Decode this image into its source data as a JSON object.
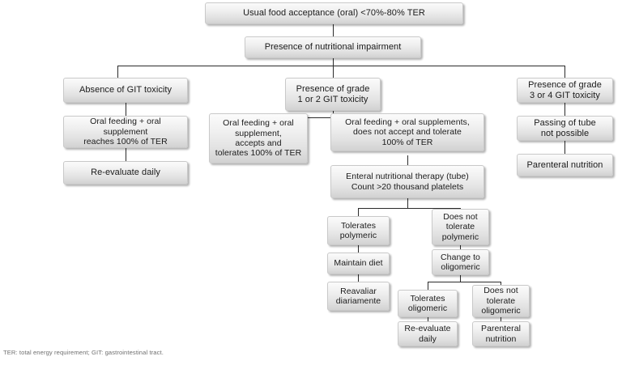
{
  "figure": {
    "footnote": "TER: total energy requirement; GIT: gastrointestinal tract.",
    "nodes": {
      "root": "Usual food acceptance (oral) <70%-80% TER",
      "impairment": "Presence of nutritional impairment",
      "no_git_toxicity": "Absence of GIT toxicity",
      "oral_supp_100": "Oral feeding + oral supplement\nreaches 100% of TER",
      "reevaluate_daily_left": "Re-evaluate daily",
      "grade_1_2": "Presence of grade\n1 or 2 GIT toxicity",
      "grade_3_4": "Presence of grade\n3 or 4  GIT toxicity",
      "tube_not_possible": "Passing of tube\nnot possible",
      "parenteral_right": "Parenteral nutrition",
      "accepts_tolerates": "Oral feeding + oral\nsupplement,\naccepts and\ntolerates 100% of TER",
      "does_not_accept": "Oral feeding + oral supplements,\ndoes not accept and tolerate\n100% of TER",
      "enteral_therapy": "Enteral nutritional therapy (tube)\nCount >20 thousand platelets",
      "tolerates_polymeric": "Tolerates\npolymeric",
      "maintain_diet": "Maintain diet",
      "reavaliar": "Reavaliar\ndiariamente",
      "not_tolerate_polymeric": "Does not\ntolerate\npolymeric",
      "change_oligomeric": "Change to\noligomeric",
      "tolerates_oligomeric": "Tolerates\noligomeric",
      "reevaluate_daily_oligo": "Re-evaluate\ndaily",
      "not_tolerate_oligomeric": "Does not\ntolerate\noligomeric",
      "parenteral_oligo": "Parenteral\nnutrition"
    },
    "colors": {
      "box_top": "#fbfbfb",
      "box_bottom": "#d2d2d2",
      "box_border": "#c9c9c9",
      "line": "#2b2b2b",
      "text": "#1b1b1b",
      "footnote_text": "#6f6f6f",
      "background": "#ffffff"
    }
  }
}
